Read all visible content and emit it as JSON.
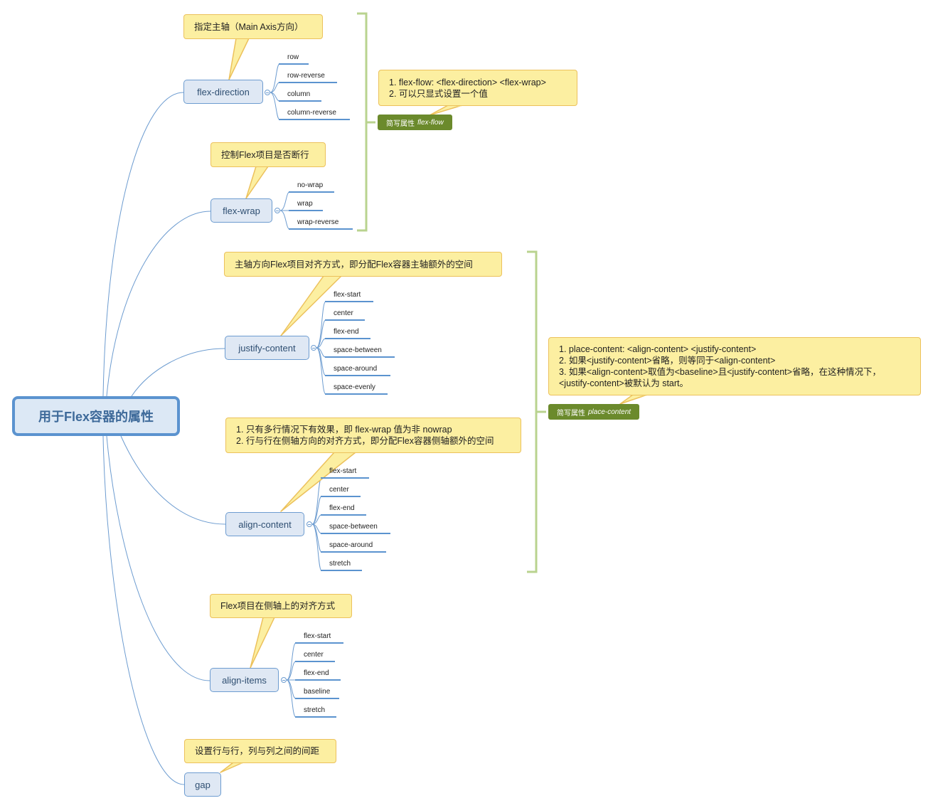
{
  "root": {
    "label": "用于Flex容器的属性"
  },
  "topics": {
    "flex_direction": {
      "label": "flex-direction",
      "note": "指定主轴（Main Axis方向）",
      "values": [
        "row",
        "row-reverse",
        "column",
        "column-reverse"
      ]
    },
    "flex_wrap": {
      "label": "flex-wrap",
      "note": "控制Flex项目是否断行",
      "values": [
        "no-wrap",
        "wrap",
        "wrap-reverse"
      ]
    },
    "justify_content": {
      "label": "justify-content",
      "note": "主轴方向Flex项目对齐方式，即分配Flex容器主轴额外的空间",
      "values": [
        "flex-start",
        "center",
        "flex-end",
        "space-between",
        "space-around",
        "space-evenly"
      ]
    },
    "align_content": {
      "label": "align-content",
      "note_lines": [
        "1. 只有多行情况下有效果，即 flex-wrap 值为非 nowrap",
        "2. 行与行在侧轴方向的对齐方式，即分配Flex容器侧轴额外的空间"
      ],
      "values": [
        "flex-start",
        "center",
        "flex-end",
        "space-between",
        "space-around",
        "stretch"
      ]
    },
    "align_items": {
      "label": "align-items",
      "note": "Flex项目在侧轴上的对齐方式",
      "values": [
        "flex-start",
        "center",
        "flex-end",
        "baseline",
        "stretch"
      ]
    },
    "gap": {
      "label": "gap",
      "note": "设置行与行，列与列之间的间距"
    }
  },
  "summaries": {
    "flex_flow": {
      "tag_prefix": "简写属性",
      "tag_name": "flex-flow",
      "lines": [
        "1. flex-flow: <flex-direction> <flex-wrap>",
        "2. 可以只显式设置一个值"
      ]
    },
    "place_content": {
      "tag_prefix": "简写属性",
      "tag_name": "place-content",
      "lines": [
        "1. place-content: <align-content> <justify-content>",
        "2. 如果<justify-content>省略，则等同于<align-content>",
        "3. 如果<align-content>取值为<baseline>且<justify-content>省略，在这种情况下，",
        "<justify-content>被默认为 start。"
      ]
    }
  },
  "colors": {
    "branch_line": "#6d9cd0",
    "bracket": "#b9d38f",
    "callout_fill": "#fcefa1",
    "tag_fill": "#6b8a2c"
  }
}
